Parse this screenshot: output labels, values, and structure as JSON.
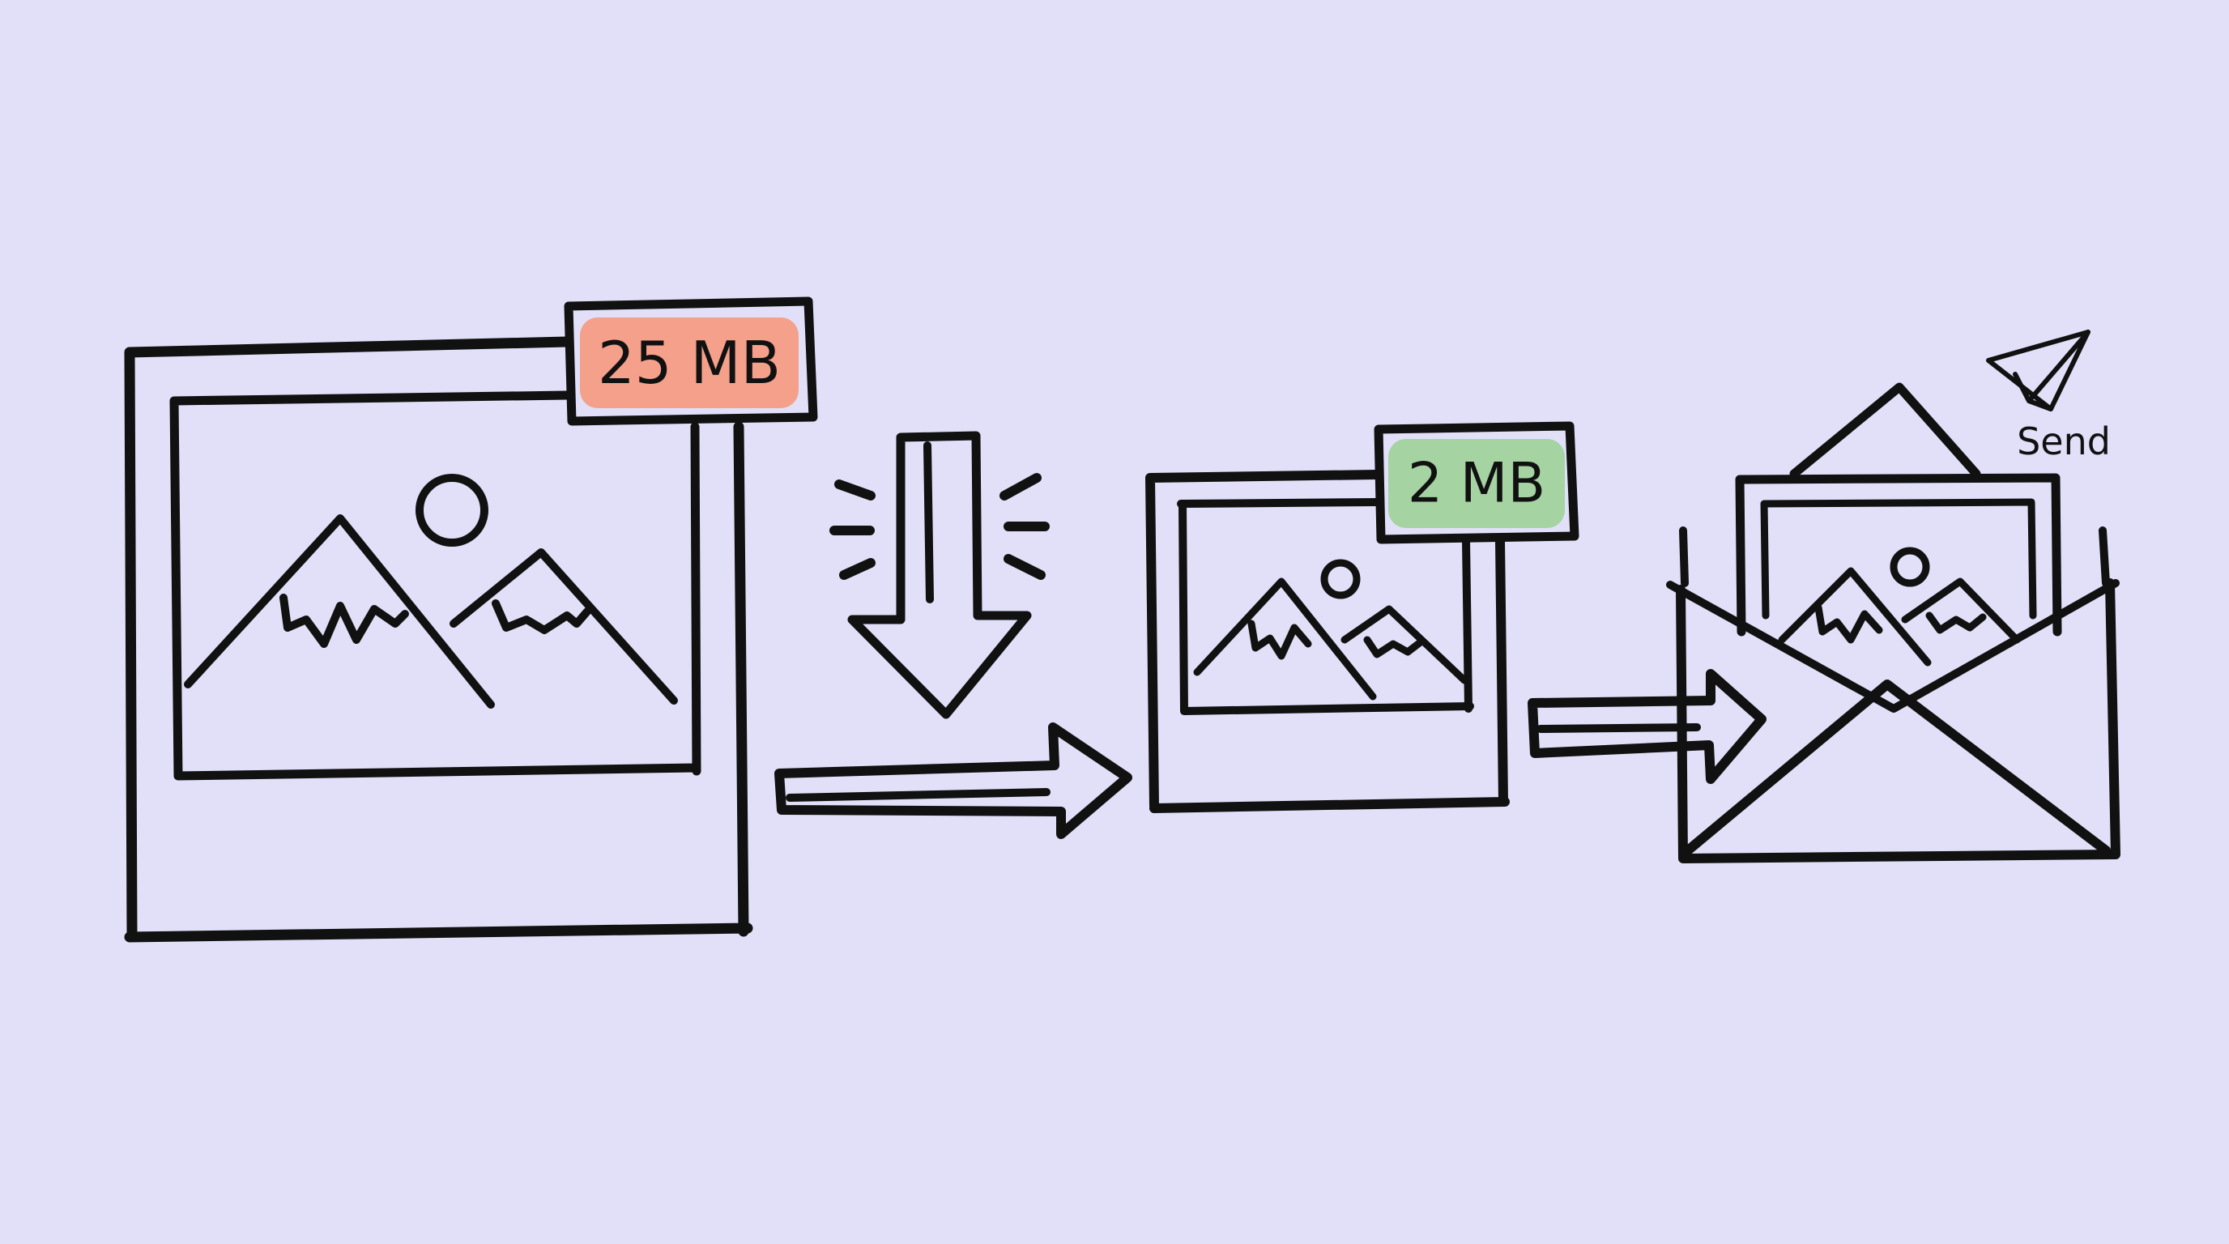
{
  "diagram": {
    "background": "#e1e0f8",
    "ink": "#111111",
    "steps": [
      {
        "id": "original",
        "icon": "large-image-icon",
        "size_label": "25 MB",
        "badge_color": "#f4a08a"
      },
      {
        "id": "compress",
        "icon": "down-arrow-icon"
      },
      {
        "id": "compressed",
        "icon": "small-image-icon",
        "size_label": "2 MB",
        "badge_color": "#a5d3a2"
      },
      {
        "id": "send",
        "icon": "envelope-icon",
        "action_label": "Send",
        "action_icon": "paper-plane-icon"
      }
    ]
  }
}
